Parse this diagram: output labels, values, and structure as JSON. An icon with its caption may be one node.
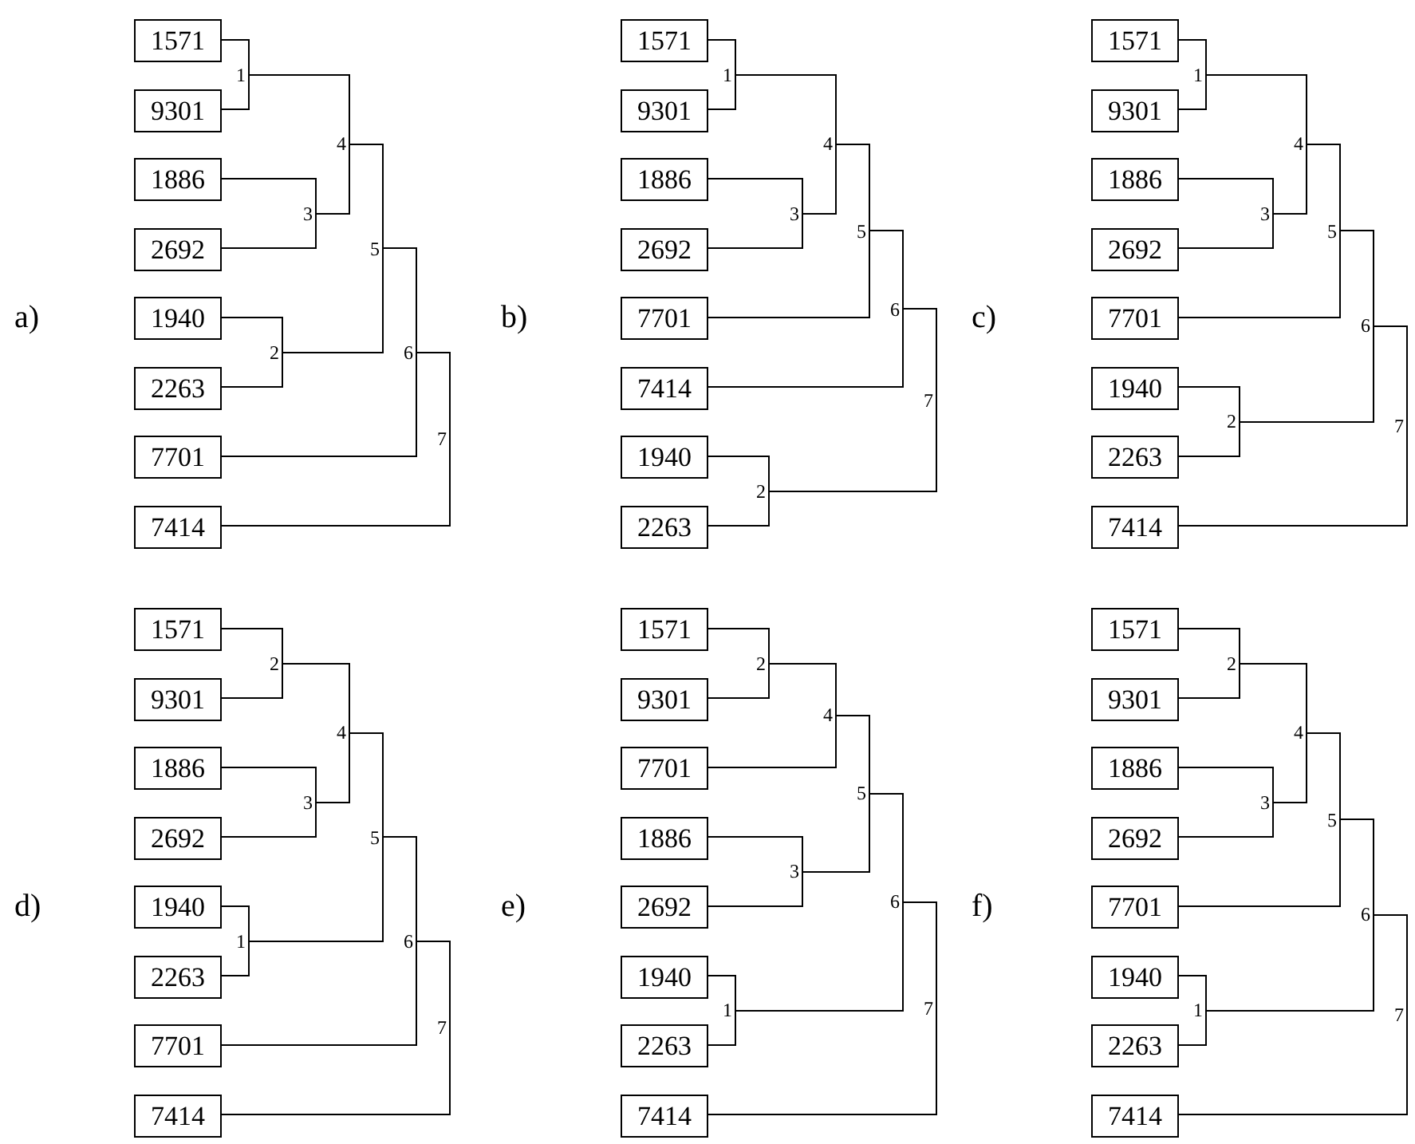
{
  "diagram": {
    "nodes": [
      {
        "text": [
          "1571"
        ]
      },
      {
        "text": [
          "9301"
        ]
      },
      {
        "text": [
          "1886"
        ]
      },
      {
        "text": [
          "2692"
        ]
      },
      {
        "text": [
          "1940"
        ]
      },
      {
        "text": [
          "2263"
        ]
      },
      {
        "text": [
          "7701"
        ]
      },
      {
        "text": [
          "7414"
        ]
      },
      {
        "text": [
          "1"
        ]
      },
      {
        "text": [
          "2"
        ]
      },
      {
        "text": [
          "3"
        ]
      },
      {
        "text": [
          "4"
        ]
      },
      {
        "text": [
          "5"
        ]
      },
      {
        "text": [
          "6"
        ]
      },
      {
        "text": [
          "7"
        ]
      },
      {
        "text": [
          "1571"
        ]
      },
      {
        "text": [
          "9301"
        ]
      },
      {
        "text": [
          "1886"
        ]
      },
      {
        "text": [
          "2692"
        ]
      },
      {
        "text": [
          "7701"
        ]
      },
      {
        "text": [
          "7414"
        ]
      },
      {
        "text": [
          "1940"
        ]
      },
      {
        "text": [
          "2263"
        ]
      },
      {
        "text": [
          "1"
        ]
      },
      {
        "text": [
          "2"
        ]
      },
      {
        "text": [
          "3"
        ]
      },
      {
        "text": [
          "4"
        ]
      },
      {
        "text": [
          "5"
        ]
      },
      {
        "text": [
          "6"
        ]
      },
      {
        "text": [
          "7"
        ]
      },
      {
        "text": [
          "1571"
        ]
      },
      {
        "text": [
          "9301"
        ]
      },
      {
        "text": [
          "1886"
        ]
      },
      {
        "text": [
          "2692"
        ]
      },
      {
        "text": [
          "7701"
        ]
      },
      {
        "text": [
          "1940"
        ]
      },
      {
        "text": [
          "2263"
        ]
      },
      {
        "text": [
          "7414"
        ]
      },
      {
        "text": [
          "1"
        ]
      },
      {
        "text": [
          "2"
        ]
      },
      {
        "text": [
          "3"
        ]
      },
      {
        "text": [
          "4"
        ]
      },
      {
        "text": [
          "5"
        ]
      },
      {
        "text": [
          "6"
        ]
      },
      {
        "text": [
          "7"
        ]
      },
      {
        "text": [
          "1571"
        ]
      },
      {
        "text": [
          "9301"
        ]
      },
      {
        "text": [
          "1886"
        ]
      },
      {
        "text": [
          "2692"
        ]
      },
      {
        "text": [
          "1940"
        ]
      },
      {
        "text": [
          "2263"
        ]
      },
      {
        "text": [
          "7701"
        ]
      },
      {
        "text": [
          "7414"
        ]
      },
      {
        "text": [
          "1"
        ]
      },
      {
        "text": [
          "2"
        ]
      },
      {
        "text": [
          "3"
        ]
      },
      {
        "text": [
          "4"
        ]
      },
      {
        "text": [
          "5"
        ]
      },
      {
        "text": [
          "6"
        ]
      },
      {
        "text": [
          "7"
        ]
      },
      {
        "text": [
          "1571"
        ]
      },
      {
        "text": [
          "9301"
        ]
      },
      {
        "text": [
          "7701"
        ]
      },
      {
        "text": [
          "1886"
        ]
      },
      {
        "text": [
          "2692"
        ]
      },
      {
        "text": [
          "1940"
        ]
      },
      {
        "text": [
          "2263"
        ]
      },
      {
        "text": [
          "7414"
        ]
      },
      {
        "text": [
          "1"
        ]
      },
      {
        "text": [
          "2"
        ]
      },
      {
        "text": [
          "3"
        ]
      },
      {
        "text": [
          "4"
        ]
      },
      {
        "text": [
          "5"
        ]
      },
      {
        "text": [
          "6"
        ]
      },
      {
        "text": [
          "7"
        ]
      },
      {
        "text": [
          "1571"
        ]
      },
      {
        "text": [
          "9301"
        ]
      },
      {
        "text": [
          "1886"
        ]
      },
      {
        "text": [
          "2692"
        ]
      },
      {
        "text": [
          "7701"
        ]
      },
      {
        "text": [
          "1940"
        ]
      },
      {
        "text": [
          "2263"
        ]
      },
      {
        "text": [
          "7414"
        ]
      },
      {
        "text": [
          "1"
        ]
      },
      {
        "text": [
          "2"
        ]
      },
      {
        "text": [
          "3"
        ]
      },
      {
        "text": [
          "4"
        ]
      },
      {
        "text": [
          "5"
        ]
      },
      {
        "text": [
          "6"
        ]
      },
      {
        "text": [
          "7"
        ]
      }
    ],
    "edges": [
      {
        "from": 0,
        "to": 8,
        "arrow": "none"
      },
      {
        "from": 1,
        "to": 8,
        "arrow": "none"
      },
      {
        "from": 2,
        "to": 10,
        "arrow": "none"
      },
      {
        "from": 3,
        "to": 10,
        "arrow": "none"
      },
      {
        "from": 4,
        "to": 9,
        "arrow": "none"
      },
      {
        "from": 5,
        "to": 9,
        "arrow": "none"
      },
      {
        "from": 8,
        "to": 11,
        "arrow": "none"
      },
      {
        "from": 10,
        "to": 11,
        "arrow": "none"
      },
      {
        "from": 11,
        "to": 12,
        "arrow": "none"
      },
      {
        "from": 9,
        "to": 12,
        "arrow": "none"
      },
      {
        "from": 12,
        "to": 13,
        "arrow": "none"
      },
      {
        "from": 6,
        "to": 13,
        "arrow": "none"
      },
      {
        "from": 13,
        "to": 14,
        "arrow": "none"
      },
      {
        "from": 7,
        "to": 14,
        "arrow": "none"
      },
      {
        "from": 15,
        "to": 23,
        "arrow": "none"
      },
      {
        "from": 16,
        "to": 23,
        "arrow": "none"
      },
      {
        "from": 17,
        "to": 25,
        "arrow": "none"
      },
      {
        "from": 18,
        "to": 25,
        "arrow": "none"
      },
      {
        "from": 23,
        "to": 26,
        "arrow": "none"
      },
      {
        "from": 25,
        "to": 26,
        "arrow": "none"
      },
      {
        "from": 26,
        "to": 27,
        "arrow": "none"
      },
      {
        "from": 19,
        "to": 27,
        "arrow": "none"
      },
      {
        "from": 27,
        "to": 28,
        "arrow": "none"
      },
      {
        "from": 20,
        "to": 28,
        "arrow": "none"
      },
      {
        "from": 21,
        "to": 24,
        "arrow": "none"
      },
      {
        "from": 22,
        "to": 24,
        "arrow": "none"
      },
      {
        "from": 28,
        "to": 29,
        "arrow": "none"
      },
      {
        "from": 24,
        "to": 29,
        "arrow": "none"
      },
      {
        "from": 30,
        "to": 38,
        "arrow": "none"
      },
      {
        "from": 31,
        "to": 38,
        "arrow": "none"
      },
      {
        "from": 32,
        "to": 40,
        "arrow": "none"
      },
      {
        "from": 33,
        "to": 40,
        "arrow": "none"
      },
      {
        "from": 38,
        "to": 41,
        "arrow": "none"
      },
      {
        "from": 40,
        "to": 41,
        "arrow": "none"
      },
      {
        "from": 41,
        "to": 42,
        "arrow": "none"
      },
      {
        "from": 34,
        "to": 42,
        "arrow": "none"
      },
      {
        "from": 35,
        "to": 39,
        "arrow": "none"
      },
      {
        "from": 36,
        "to": 39,
        "arrow": "none"
      },
      {
        "from": 42,
        "to": 43,
        "arrow": "none"
      },
      {
        "from": 39,
        "to": 43,
        "arrow": "none"
      },
      {
        "from": 43,
        "to": 44,
        "arrow": "none"
      },
      {
        "from": 37,
        "to": 44,
        "arrow": "none"
      },
      {
        "from": 45,
        "to": 54,
        "arrow": "none"
      },
      {
        "from": 46,
        "to": 54,
        "arrow": "none"
      },
      {
        "from": 47,
        "to": 55,
        "arrow": "none"
      },
      {
        "from": 48,
        "to": 55,
        "arrow": "none"
      },
      {
        "from": 54,
        "to": 56,
        "arrow": "none"
      },
      {
        "from": 55,
        "to": 56,
        "arrow": "none"
      },
      {
        "from": 49,
        "to": 53,
        "arrow": "none"
      },
      {
        "from": 50,
        "to": 53,
        "arrow": "none"
      },
      {
        "from": 56,
        "to": 57,
        "arrow": "none"
      },
      {
        "from": 53,
        "to": 57,
        "arrow": "none"
      },
      {
        "from": 57,
        "to": 58,
        "arrow": "none"
      },
      {
        "from": 51,
        "to": 58,
        "arrow": "none"
      },
      {
        "from": 58,
        "to": 59,
        "arrow": "none"
      },
      {
        "from": 52,
        "to": 59,
        "arrow": "none"
      },
      {
        "from": 60,
        "to": 69,
        "arrow": "none"
      },
      {
        "from": 61,
        "to": 69,
        "arrow": "none"
      },
      {
        "from": 69,
        "to": 71,
        "arrow": "none"
      },
      {
        "from": 62,
        "to": 71,
        "arrow": "none"
      },
      {
        "from": 63,
        "to": 70,
        "arrow": "none"
      },
      {
        "from": 64,
        "to": 70,
        "arrow": "none"
      },
      {
        "from": 71,
        "to": 72,
        "arrow": "none"
      },
      {
        "from": 70,
        "to": 72,
        "arrow": "none"
      },
      {
        "from": 65,
        "to": 68,
        "arrow": "none"
      },
      {
        "from": 66,
        "to": 68,
        "arrow": "none"
      },
      {
        "from": 72,
        "to": 73,
        "arrow": "none"
      },
      {
        "from": 68,
        "to": 73,
        "arrow": "none"
      },
      {
        "from": 73,
        "to": 74,
        "arrow": "none"
      },
      {
        "from": 67,
        "to": 74,
        "arrow": "none"
      },
      {
        "from": 75,
        "to": 84,
        "arrow": "none"
      },
      {
        "from": 76,
        "to": 84,
        "arrow": "none"
      },
      {
        "from": 77,
        "to": 85,
        "arrow": "none"
      },
      {
        "from": 78,
        "to": 85,
        "arrow": "none"
      },
      {
        "from": 84,
        "to": 86,
        "arrow": "none"
      },
      {
        "from": 85,
        "to": 86,
        "arrow": "none"
      },
      {
        "from": 86,
        "to": 87,
        "arrow": "none"
      },
      {
        "from": 79,
        "to": 87,
        "arrow": "none"
      },
      {
        "from": 80,
        "to": 83,
        "arrow": "none"
      },
      {
        "from": 81,
        "to": 83,
        "arrow": "none"
      },
      {
        "from": 87,
        "to": 88,
        "arrow": "none"
      },
      {
        "from": 83,
        "to": 88,
        "arrow": "none"
      },
      {
        "from": 88,
        "to": 89,
        "arrow": "none"
      },
      {
        "from": 82,
        "to": 89,
        "arrow": "none"
      }
    ],
    "labels": [
      "a)",
      "b)",
      "c)",
      "d)",
      "e)",
      "f)"
    ]
  }
}
